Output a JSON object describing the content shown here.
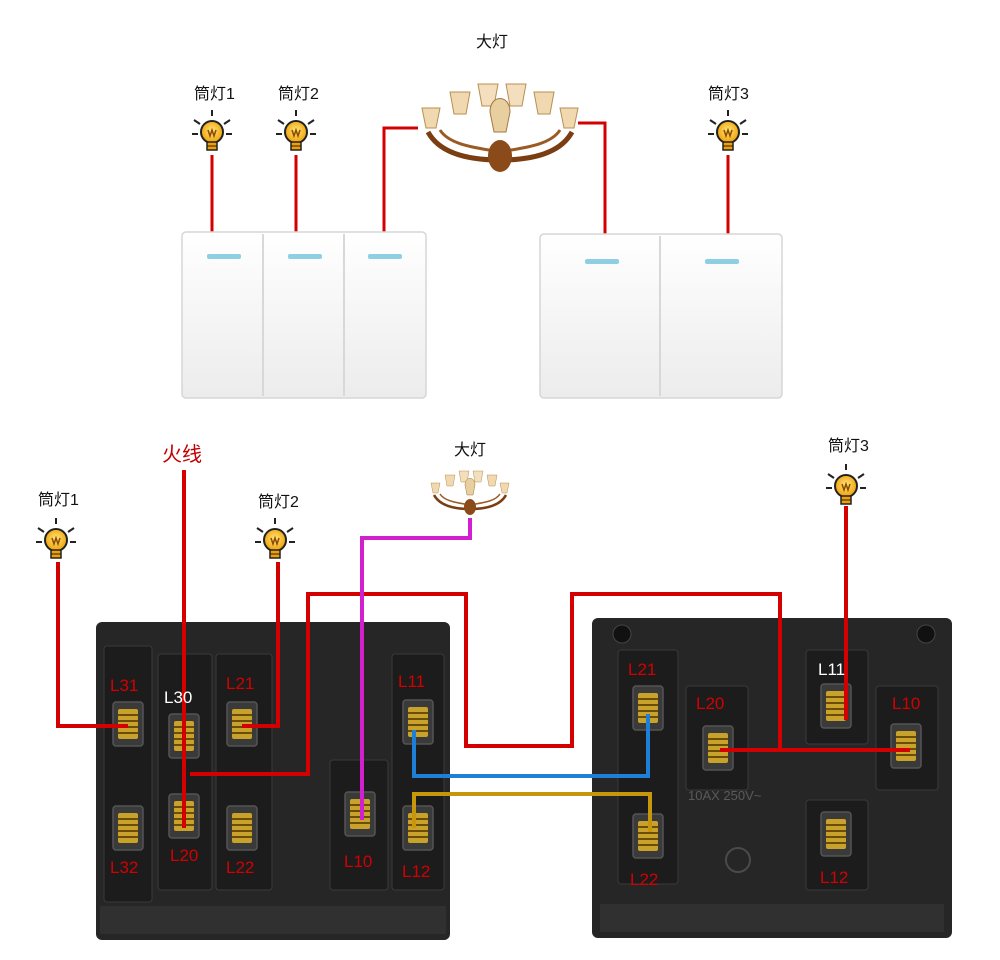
{
  "top": {
    "chandelier": "大灯",
    "lamp1": "筒灯1",
    "lamp2": "筒灯2",
    "lamp3": "筒灯3"
  },
  "bottom": {
    "live_wire": "火线",
    "chandelier": "大灯",
    "lamp1": "筒灯1",
    "lamp2": "筒灯2",
    "lamp3": "筒灯3"
  },
  "switch_left": {
    "terminals": [
      "L31",
      "L30",
      "L21",
      "L11",
      "L32",
      "L20",
      "L22",
      "L10",
      "L12"
    ]
  },
  "switch_right": {
    "terminals": [
      "L21",
      "L11",
      "L20",
      "L10",
      "L22",
      "L12"
    ],
    "rating": "10AX 250V~"
  },
  "colors": {
    "live": "#d40000",
    "magenta": "#d020d0",
    "blue": "#1e7fd6",
    "gold": "#c8960a",
    "switch_body": "#2a2a2a"
  }
}
